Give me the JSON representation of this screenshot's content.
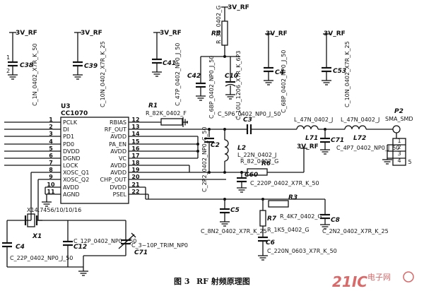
{
  "figure": {
    "caption_num": "图 3",
    "caption_text": "RF 射频原理图"
  },
  "watermark": {
    "brand": "21IC",
    "site": "电子网"
  },
  "supply_label": "3V_RF",
  "chip": {
    "ref": "U3",
    "part": "CC1070",
    "left_pins": [
      "PCLK",
      "DI",
      "PD1",
      "PD0",
      "DVDD",
      "DGND",
      "LOCK",
      "XOSC_Q1",
      "XOSC_Q2",
      "AVDD",
      "AGND"
    ],
    "left_nums": [
      "1",
      "2",
      "3",
      "4",
      "5",
      "6",
      "7",
      "8",
      "9",
      "10",
      "11"
    ],
    "right_pins": [
      "RBIAS",
      "RF_OUT",
      "AVDD",
      "PA_EN",
      "AVDD",
      "VC",
      "AVDD",
      "AVDD",
      "CHP_OUT",
      "DVDD",
      "PSEL"
    ],
    "right_nums": [
      "12",
      "13",
      "14",
      "15",
      "16",
      "17",
      "18",
      "19",
      "20",
      "21",
      "22"
    ]
  },
  "parts": {
    "c38": {
      "ref": "C38",
      "value": "C_1N_0402_X7R_K_50"
    },
    "c39": {
      "ref": "C39",
      "value": "C_10N_0402_X7R_K_25"
    },
    "c41": {
      "ref": "C41",
      "value": "C_47P_0402_NP0_J_50"
    },
    "c42": {
      "ref": "C42",
      "value": "C_68P_0402_NP0_J_50"
    },
    "c10": {
      "ref": "C10",
      "value": "C_10U_1206_X7R_K_6P3"
    },
    "c4": {
      "ref": "C4",
      "value": "C_68P_0402_NP0_J_50"
    },
    "c53": {
      "ref": "C53",
      "value": "C_10N_0402_X7R_K_25"
    },
    "r8": {
      "ref": "R8",
      "value": "R_33_0402_G"
    },
    "r1": {
      "ref": "R1",
      "value": "R_82K_0402_F"
    },
    "c3": {
      "ref": "C3",
      "value": "C_5P6_0402_NP0_J_50"
    },
    "l71": {
      "ref": "L71",
      "value": "L_47N_0402_J"
    },
    "l72": {
      "ref": "L72",
      "value": "L_47N_0402_J"
    },
    "c71": {
      "ref": "C71",
      "value": "C_4P7_0402_NP0_J_50"
    },
    "c2": {
      "ref": "C2",
      "value": "C_2P2_0402_NP0_C_50"
    },
    "l2": {
      "ref": "L2",
      "value": "L_22N_0402_J"
    },
    "r6": {
      "ref": "R6",
      "value": "R_82_0402_G"
    },
    "c60": {
      "ref": "C60",
      "value": "C_220P_0402_X7R_K_50"
    },
    "p2": {
      "ref": "P2",
      "value": "SMA_SMD"
    },
    "x1": {
      "ref": "X1",
      "value": "X14.7456/10/10/16"
    },
    "c4x": {
      "ref": "C4",
      "value": "C_22P_0402_NP0_J_50"
    },
    "c12": {
      "ref": "C12",
      "value": "C_12P_0402_NP0_J_50"
    },
    "c71t": {
      "ref": "C71",
      "value": "C_3~10P_TRIM_NP0"
    },
    "c5": {
      "ref": "C5",
      "value": "C_8N2_0402_X7R_K_25"
    },
    "r3": {
      "ref": "R3",
      "value": "R_4K7_0402_G"
    },
    "r7": {
      "ref": "R7",
      "value": "R_1K5_0402_G"
    },
    "c8": {
      "ref": "C8",
      "value": "C_2N2_0402_X7R_K_25"
    },
    "c6": {
      "ref": "C6",
      "value": "C_220N_0603_X7R_K_50"
    }
  },
  "connector_pins": [
    "1",
    "2",
    "3",
    "4",
    "5"
  ],
  "pin_marks": {
    "one": "1",
    "two": "2"
  }
}
